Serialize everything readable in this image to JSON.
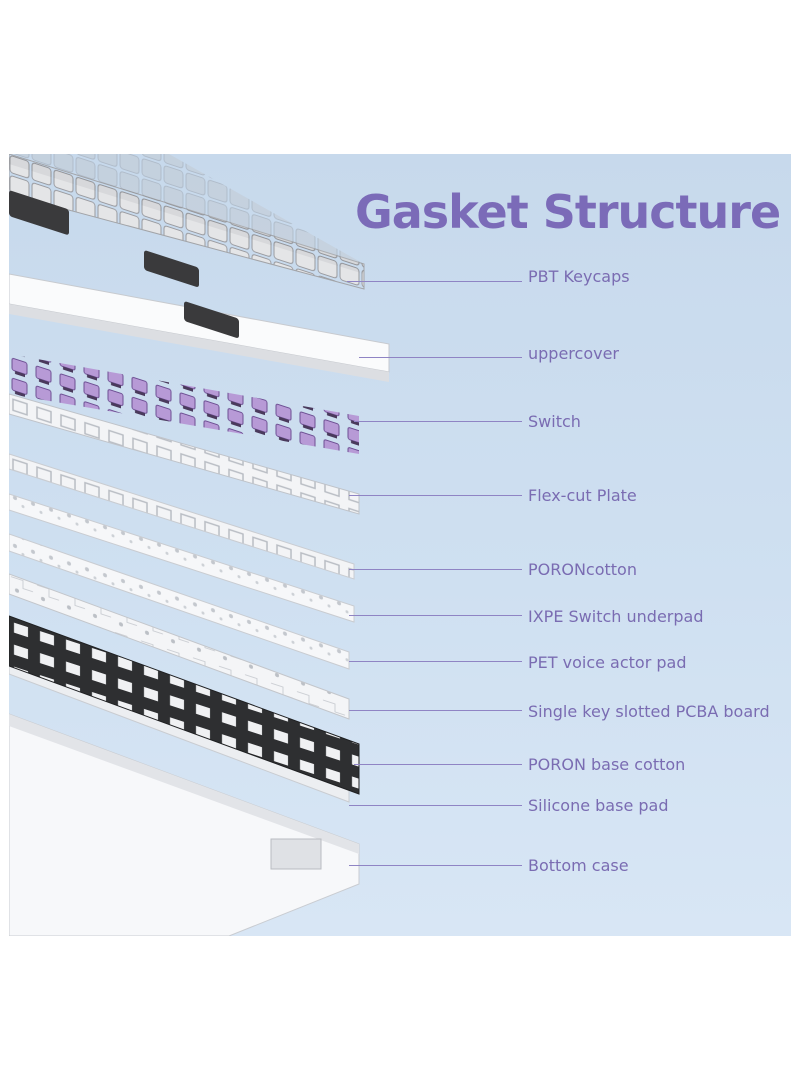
{
  "title": "Gasket Structure",
  "layers": [
    {
      "label": "PBT Keycaps"
    },
    {
      "label": "uppercover"
    },
    {
      "label": "Switch"
    },
    {
      "label": "Flex-cut Plate"
    },
    {
      "label": "PORONcotton"
    },
    {
      "label": "IXPE Switch underpad"
    },
    {
      "label": "PET voice actor pad"
    },
    {
      "label": "Single key slotted PCBA board"
    },
    {
      "label": "PORON base cotton"
    },
    {
      "label": "Silicone base pad"
    },
    {
      "label": "Bottom case"
    }
  ],
  "colors": {
    "background": "#cfe0f1",
    "title": "#7b6bb8",
    "label": "#7a6cb2",
    "switch_purple": "#b79ad6",
    "keycap_gray": "#d9dadc",
    "keycap_dark": "#3a3a3c"
  }
}
